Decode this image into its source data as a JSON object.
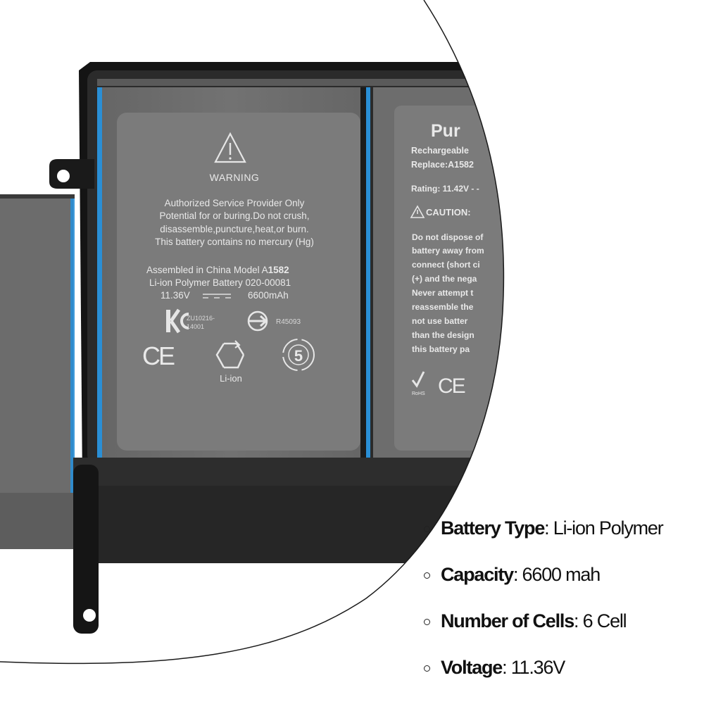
{
  "left_label": {
    "warning_title": "WARNING",
    "warning_lines": [
      "Authorized Service Provider Only",
      "Potential for or buring.Do not crush,",
      "disassemble,puncture,heat,or burn.",
      "This battery contains no mercury (Hg)"
    ],
    "assembled_line": "Assembled in China Model A",
    "model_bold": "1582",
    "battery_line": "Li-ion Polymer Battery 020-00081",
    "voltage": "11.36V",
    "capacity": "6600mAh",
    "kc_code_1": "ZU10216-",
    "kc_code_2": "14001",
    "cert_code": "R45093",
    "ce_mark": "CE",
    "recycle_label": "Li-ion",
    "epa_number": "5"
  },
  "right_label": {
    "brand": "Pur",
    "line1": "Rechargeable",
    "line2": "Replace:A1582",
    "rating": "Rating: 11.42V - -",
    "caution": "CAUTION:",
    "caution_lines": [
      "Do not dispose of",
      "battery away from",
      "connect (short ci",
      "(+) and the nega",
      "Never attempt t",
      "reassemble the",
      "not use batter",
      "than the design",
      "this battery pa"
    ],
    "rohs": "RoHS",
    "ce_mark": "CE"
  },
  "specs": [
    {
      "label": "Battery Type",
      "value": ": Li-ion Polymer"
    },
    {
      "label": "Capacity",
      "value": ": 6600 mah"
    },
    {
      "label": "Number of Cells",
      "value": ": 6 Cell"
    },
    {
      "label": "Voltage",
      "value": ": 11.36V"
    }
  ],
  "colors": {
    "cell_gray": "#6e6e6e",
    "frame_dark": "#1a1a1a",
    "accent_blue": "#2a8fd6",
    "label_gray": "#7c7c7c"
  }
}
